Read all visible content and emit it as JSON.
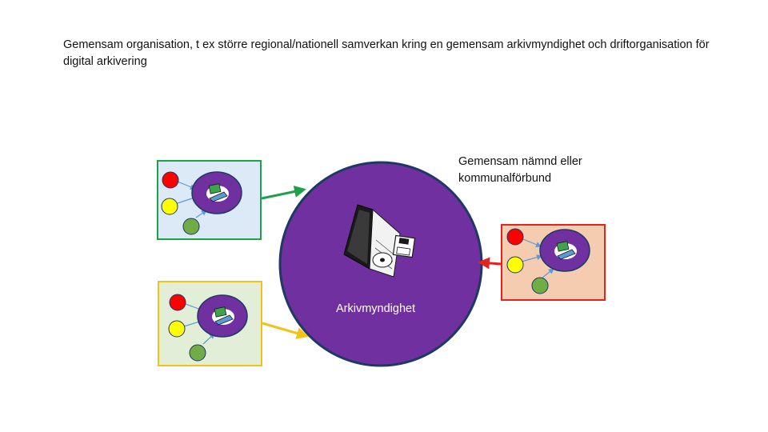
{
  "title_text": "Gemensam organisation, t ex större regional/nationell samverkan kring en gemensam arkivmyndighet och driftorganisation för digital arkivering",
  "group_label": "Gemensam nämnd eller kommunalförbund",
  "center_label": "Arkivmyndighet",
  "colors": {
    "center_fill": "#7030a0",
    "center_stroke": "#1f3864",
    "green_border": "#21a04a",
    "yellow_border": "#f2c317",
    "red_border": "#e4231f",
    "dot_red": "#ff0000",
    "dot_yellow": "#ffff00",
    "dot_green": "#70ad47"
  },
  "icons": [
    "computer-icon",
    "laptop-disk-icon"
  ]
}
